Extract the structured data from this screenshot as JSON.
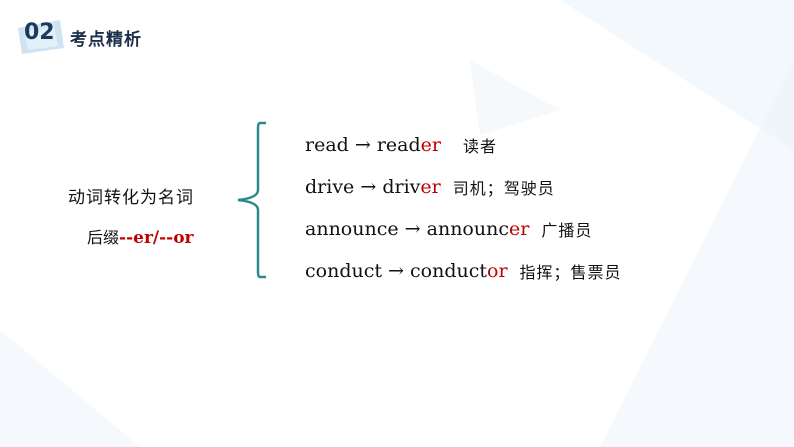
{
  "header": {
    "number": "02",
    "title": "考点精析"
  },
  "rule": {
    "label": "动词转化为名词",
    "suffix_prefix": "后缀",
    "suffix": "--er/--or"
  },
  "arrow": "→",
  "rows": [
    {
      "verb": "read",
      "stem": "read",
      "suffix": "er",
      "meaning": "读者"
    },
    {
      "verb": "drive",
      "stem": "driv",
      "suffix": "er",
      "meaning": "司机；驾驶员"
    },
    {
      "verb": "announce",
      "stem": "announc",
      "suffix": "er",
      "meaning": "广播员"
    },
    {
      "verb": "conduct",
      "stem": "conduct",
      "suffix": "or",
      "meaning": "指挥；售票员"
    }
  ],
  "colors": {
    "accent_red": "#c00000",
    "brace_teal": "#2e8a8a",
    "header_blue": "#1b3a5c"
  }
}
